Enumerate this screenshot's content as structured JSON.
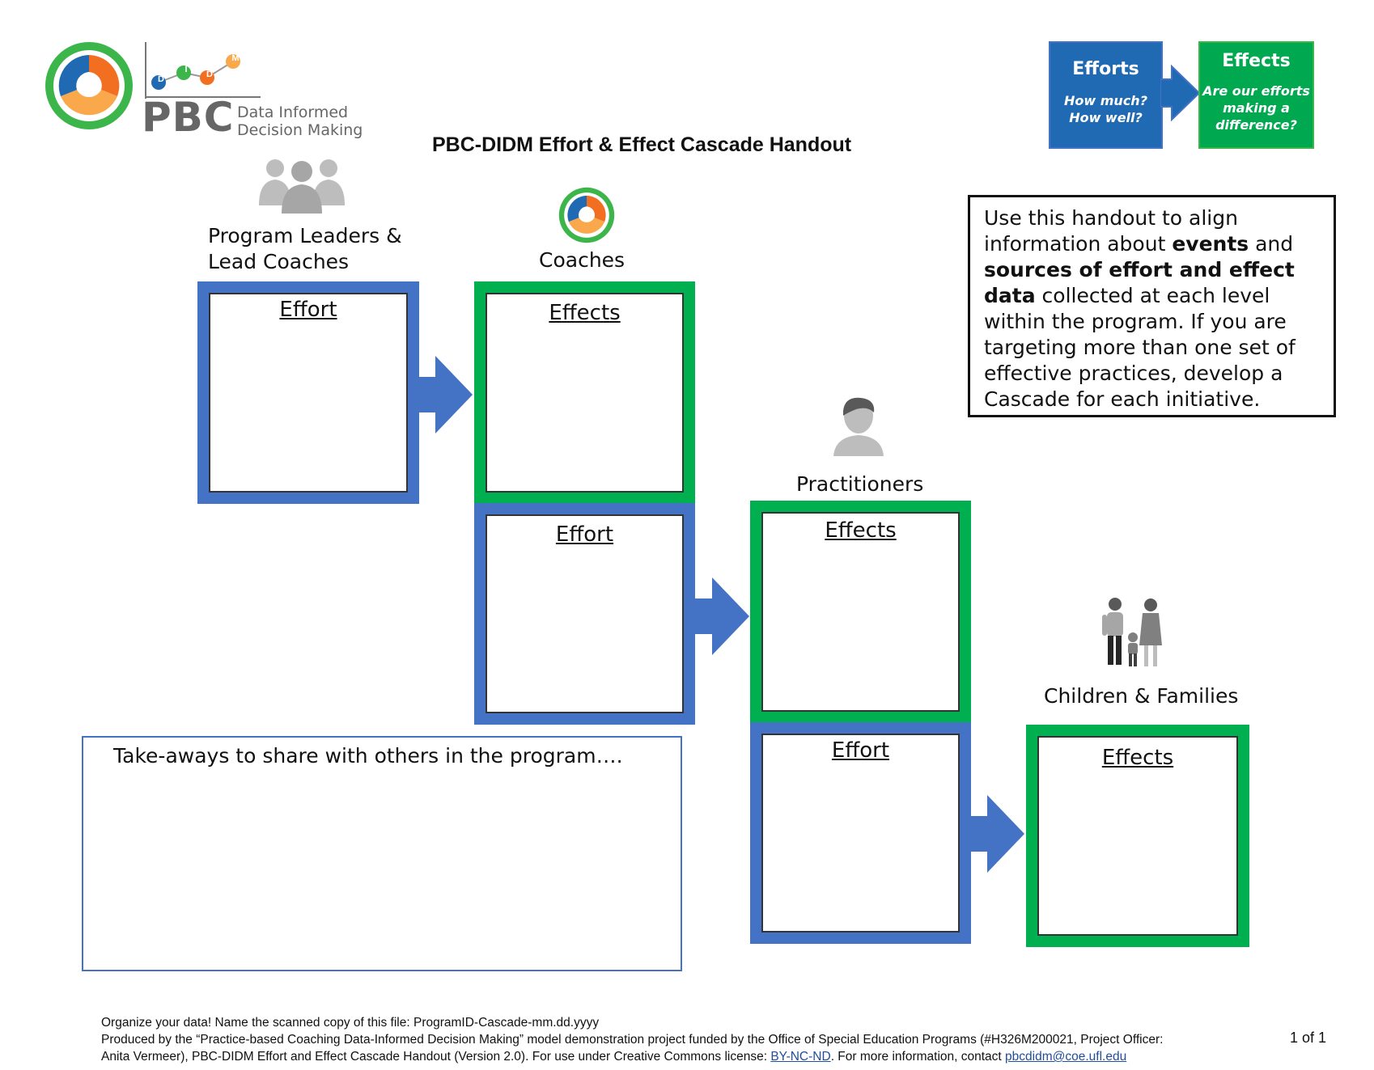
{
  "logo": {
    "dots": [
      "D",
      "I",
      "D",
      "M"
    ],
    "name": "PBC",
    "subtitle_line1": "Data Informed",
    "subtitle_line2": "Decision Making"
  },
  "title": "PBC-DIDM Effort & Effect Cascade Handout",
  "legend": {
    "efforts": {
      "heading": "Efforts",
      "line1": "How much?",
      "line2": "How well?"
    },
    "effects": {
      "heading": "Effects",
      "line1": "Are our efforts",
      "line2": "making a",
      "line3": "difference?"
    }
  },
  "info_box": {
    "part1": "Use this handout to align information about ",
    "bold1": "events",
    "part2": " and ",
    "bold2": "sources of effort and effect data",
    "part3": " collected at each level within the program. If you are targeting more than one set of effective practices, develop a Cascade for each initiative."
  },
  "levels": {
    "program_leaders_line1": "Program Leaders &",
    "program_leaders_line2": "Lead Coaches",
    "coaches": "Coaches",
    "practitioners": "Practitioners",
    "children_families": "Children & Families"
  },
  "boxes": {
    "leaders_effort": "Effort",
    "coaches_effects": "Effects",
    "coaches_effort": "Effort",
    "practitioners_effects": "Effects",
    "practitioners_effort": "Effort",
    "children_effects": "Effects"
  },
  "takeaway": {
    "text": "Take-aways to share with others in the program…."
  },
  "footer": {
    "line1": "Organize your data! Name the scanned copy of this file: ProgramID-Cascade-mm.dd.yyyy",
    "line2": "Produced by the “Practice-based Coaching Data-Informed Decision Making” model demonstration project funded by the Office of Special Education Programs (#H326M200021, Project Officer:",
    "line3_prefix": "Anita Vermeer), PBC-DIDM Effort and Effect Cascade Handout (Version 2.0). For use under Creative Commons license: ",
    "license_link": "BY-NC-ND",
    "line3_middle": ". For more information, contact ",
    "email_link": "pbcdidm@coe.ufl.edu",
    "page": "1 of 1"
  },
  "colors": {
    "effort_blue": "#4472c4",
    "effects_green": "#00b050",
    "logo_green": "#3cb54a",
    "logo_blue": "#1f6ab3",
    "logo_orange": "#f26f21",
    "logo_yellow": "#f9a94b"
  },
  "icons": [
    "group-people-icon",
    "coaches-logo-icon",
    "practitioner-person-icon",
    "family-icon",
    "right-arrow-icon"
  ]
}
